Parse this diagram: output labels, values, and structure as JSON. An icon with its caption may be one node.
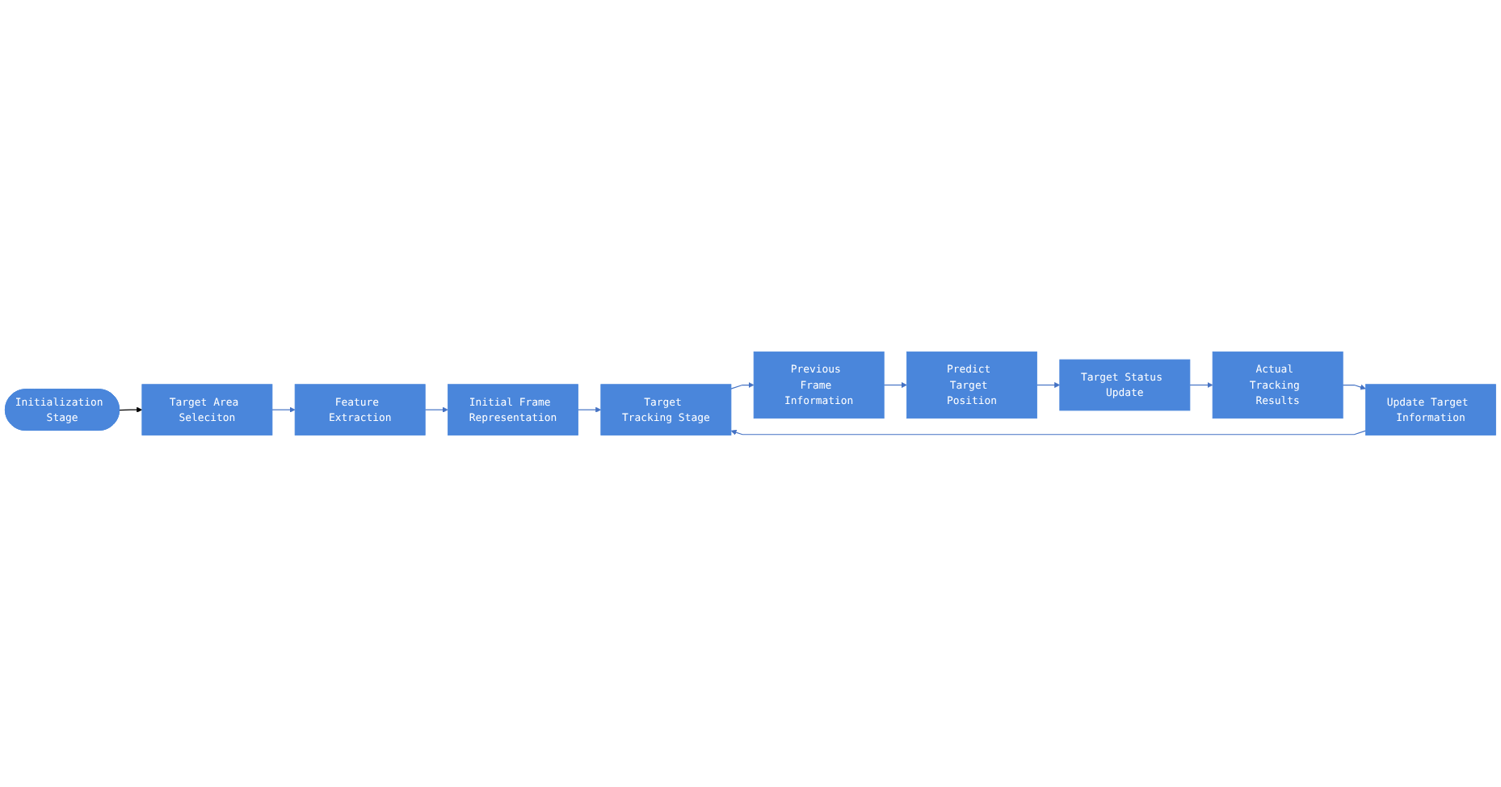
{
  "diagram": {
    "nodes": [
      {
        "text": [
          "Initialization Stage"
        ]
      },
      {
        "text": [
          "Target Area Seleciton"
        ]
      },
      {
        "text": [
          "Feature Extraction"
        ]
      },
      {
        "text": [
          "Initial Frame Representation"
        ]
      },
      {
        "text": [
          "Target Tracking Stage"
        ]
      },
      {
        "text": [
          "Previous Frame Information"
        ]
      },
      {
        "text": [
          "Predict Target Position"
        ]
      },
      {
        "text": [
          "Target Status Update"
        ]
      },
      {
        "text": [
          "Actual Tracking Results"
        ]
      },
      {
        "text": [
          "Update Target Information"
        ]
      }
    ],
    "edges": [
      {
        "from": 0,
        "to": 1,
        "arrow": "to",
        "color": "#000000"
      },
      {
        "from": 1,
        "to": 2,
        "arrow": "to"
      },
      {
        "from": 2,
        "to": 3,
        "arrow": "to"
      },
      {
        "from": 3,
        "to": 4,
        "arrow": "to"
      },
      {
        "from": 4,
        "to": 5,
        "arrow": "to"
      },
      {
        "from": 5,
        "to": 6,
        "arrow": "to"
      },
      {
        "from": 6,
        "to": 7,
        "arrow": "to"
      },
      {
        "from": 7,
        "to": 8,
        "arrow": "to"
      },
      {
        "from": 8,
        "to": 9,
        "arrow": "to"
      },
      {
        "from": 9,
        "to": 4,
        "arrow": "to"
      }
    ]
  }
}
